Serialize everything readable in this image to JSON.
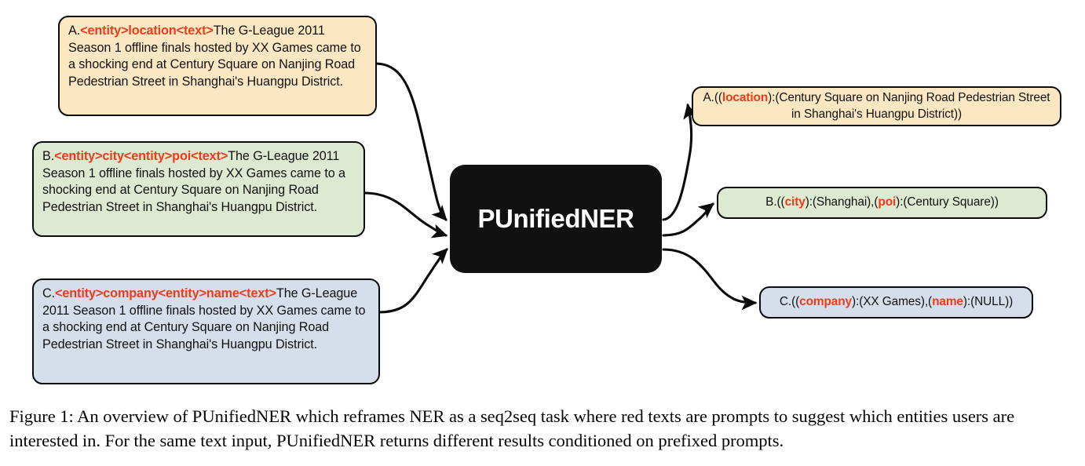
{
  "figure": {
    "model_name": "PUnifiedNER",
    "caption": "Figure 1: An overview of PUnifiedNER which reframes NER as a seq2seq task where red texts are prompts to suggest which entities users are interested in. For the same text input, PUnifiedNER returns different results conditioned on prefixed prompts."
  },
  "colors": {
    "prompt_red": "#EE3B1A",
    "box_a_fill": "#FBE8C3",
    "box_b_fill": "#DEE9D2",
    "box_c_fill": "#D6DEEC",
    "model_fill": "#111111",
    "border": "#0B0B0B",
    "text": "#121212"
  },
  "inputs": [
    {
      "id": "a",
      "label": "A.",
      "prompt": "<entity>location<text>",
      "text": "The G-League 2011 Season 1 offline finals hosted by XX Games came to a shocking end at Century Square on Nanjing Road Pedestrian Street in Shanghai's Huangpu District."
    },
    {
      "id": "b",
      "label": "B.",
      "prompt": "<entity>city<entity>poi<text>",
      "text": "The G-League 2011 Season 1 offline finals hosted by XX Games came to a shocking end at Century Square on Nanjing Road Pedestrian Street in Shanghai's Huangpu District."
    },
    {
      "id": "c",
      "label": "C.",
      "prompt": "<entity>company<entity>name<text>",
      "text": "The G-League 2011 Season 1 offline finals hosted by XX Games came to a shocking end at Century Square on Nanjing Road Pedestrian Street in Shanghai's Huangpu District."
    }
  ],
  "outputs": [
    {
      "id": "a",
      "prefix": "A.((",
      "entity_1": "location",
      "mid_1": "):(Century Square on Nanjing Road Pedestrian Street in Shanghai's Huangpu District))",
      "full_text": "A.((location):(Century Square on Nanjing Road Pedestrian Street in Shanghai's Huangpu District))"
    },
    {
      "id": "b",
      "prefix": "B.((",
      "entity_1": "city",
      "mid_1": "):(Shanghai),(",
      "entity_2": "poi",
      "mid_2": "):(Century Square))",
      "full_text": "B.((city):(Shanghai),(poi):(Century Square))"
    },
    {
      "id": "c",
      "prefix": "C.((",
      "entity_1": "company",
      "mid_1": "):(XX Games),(",
      "entity_2": "name",
      "mid_2": "):(NULL))",
      "full_text": "C.((company):(XX Games),(name):(NULL))"
    }
  ]
}
